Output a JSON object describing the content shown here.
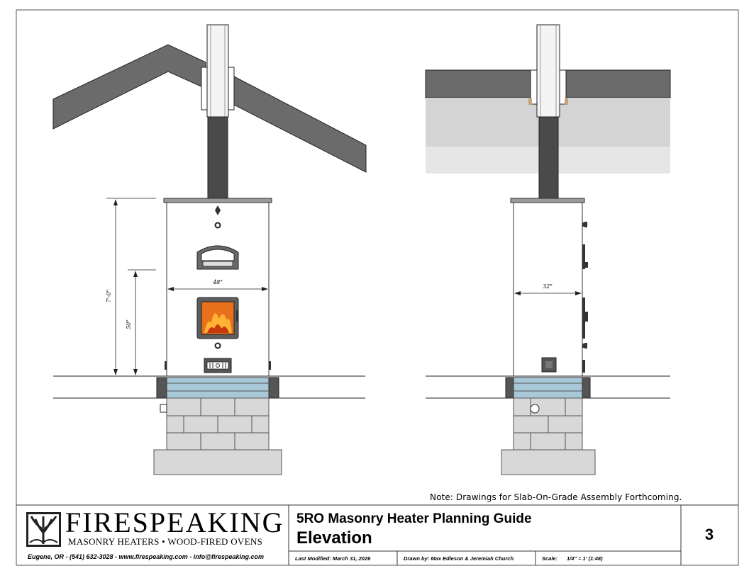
{
  "note": "Note: Drawings for Slab-On-Grade Assembly Forthcoming.",
  "title_block": {
    "logo_word": "FIRESPEAKING",
    "logo_sub": "MASONRY HEATERS • WOOD-FIRED OVENS",
    "contact": "Eugene, OR - (541) 632-3028 - www.firespeaking.com - info@firespeaking.com",
    "guide_title": "5RO Masonry Heater Planning Guide",
    "sheet_title": "Elevation",
    "page_number": "3",
    "last_modified": "Last Modified: March 31, 2026",
    "drawn_by": "Drawn by: Max Edleson & Jeremiah Church",
    "scale_label": "Scale:",
    "scale_value": "1/4\" = 1' (1:48)"
  },
  "dimensions": {
    "height_overall": "7'-0\"",
    "height_mid": "50\"",
    "front_width": "48\"",
    "side_depth": "32\""
  },
  "colors": {
    "roof": "#6b6b6b",
    "flue": "#4a4a4a",
    "heater_body": "#ffffff",
    "cap": "#9a9a9a",
    "insulation_band": "#a8c8d8",
    "block": "#d8d8d8",
    "fire": "#e8701a"
  }
}
